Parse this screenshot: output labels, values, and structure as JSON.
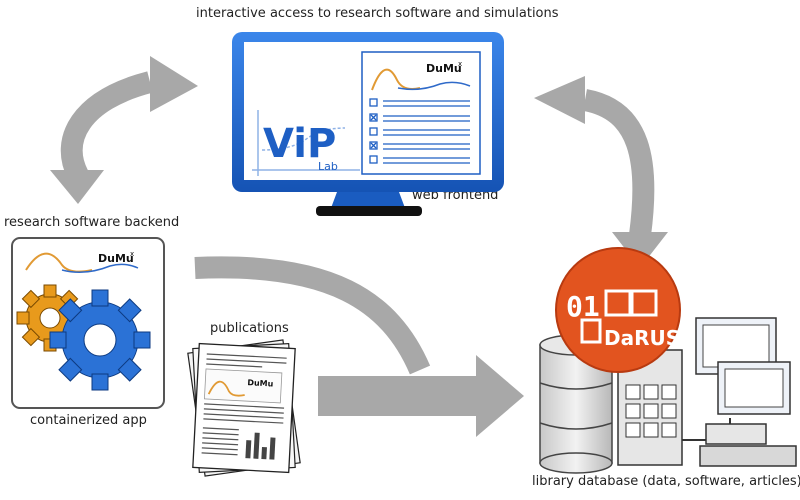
{
  "labels": {
    "top_caption": "interactive access to research software and simulations",
    "backend": "research software backend",
    "web_frontend": "web frontend",
    "container": "containerized app",
    "publications": "publications",
    "library": "library database (data, software, articles)"
  },
  "brands": {
    "vip": "ViP",
    "vip_sub": "Lab",
    "dumux": "DuMu",
    "dumux_sup": "x",
    "darus_code": "01",
    "darus_name": "DaRUS"
  },
  "colors": {
    "monitor_blue": "#1e63c9",
    "gear_orange": "#e89a1c",
    "gear_blue": "#2b72d6",
    "darus_orange": "#e2541f",
    "arrow_gray": "#a8a8a8",
    "db_gray": "#d9d9d9"
  }
}
